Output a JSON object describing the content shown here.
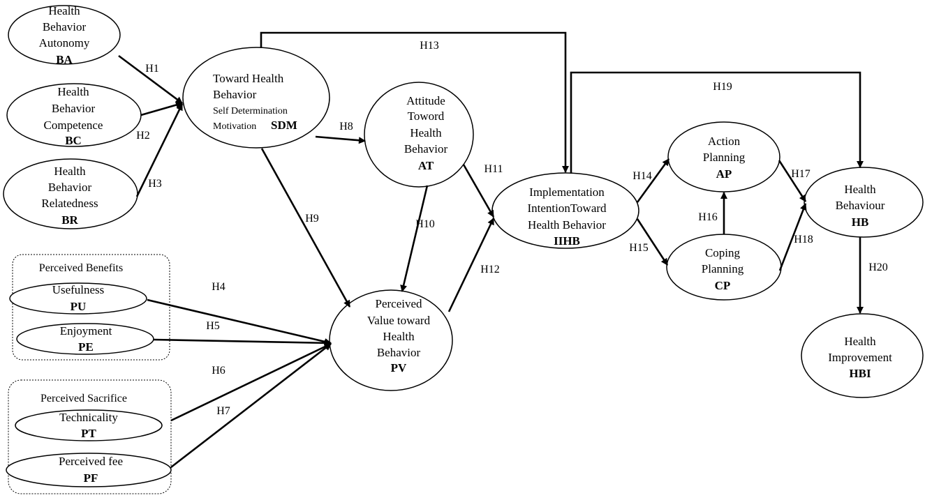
{
  "nodes": {
    "BA": {
      "lines": [
        "Health",
        "Behavior",
        "Autonomy"
      ],
      "abbr": "BA"
    },
    "BC": {
      "lines": [
        "Health",
        "Behavior",
        "Competence"
      ],
      "abbr": "BC"
    },
    "BR": {
      "lines": [
        "Health",
        "Behavior",
        "Relatedness"
      ],
      "abbr": "BR"
    },
    "SDM": {
      "lines": [
        "Toward Health",
        "Behavior",
        "Self Determination",
        "Motivation"
      ],
      "abbr": "SDM"
    },
    "AT": {
      "lines": [
        "Attitude",
        "Toword",
        "Health",
        "Behavior"
      ],
      "abbr": "AT"
    },
    "PV": {
      "lines": [
        "Perceived",
        "Value toward",
        "Health",
        "Behavior"
      ],
      "abbr": "PV"
    },
    "IIHB": {
      "lines": [
        "Implementation",
        "IntentionToward",
        "Health Behavior"
      ],
      "abbr": "IIHB"
    },
    "AP": {
      "lines": [
        "Action",
        "Planning"
      ],
      "abbr": "AP"
    },
    "CP": {
      "lines": [
        "Coping",
        "Planning"
      ],
      "abbr": "CP"
    },
    "HB": {
      "lines": [
        "Health",
        "Behaviour"
      ],
      "abbr": "HB"
    },
    "HBI": {
      "lines": [
        "Health",
        "Improvement"
      ],
      "abbr": "HBI"
    },
    "PU": {
      "lines": [
        "Usefulness"
      ],
      "abbr": "PU"
    },
    "PE": {
      "lines": [
        "Enjoyment"
      ],
      "abbr": "PE"
    },
    "PT": {
      "lines": [
        "Technicality"
      ],
      "abbr": "PT"
    },
    "PF": {
      "lines": [
        "Perceived fee"
      ],
      "abbr": "PF"
    }
  },
  "groups": {
    "benefits": {
      "title": "Perceived Benefits"
    },
    "sacrifice": {
      "title": "Perceived Sacrifice"
    }
  },
  "hypotheses": [
    "H1",
    "H2",
    "H3",
    "H4",
    "H5",
    "H6",
    "H7",
    "H8",
    "H9",
    "H10",
    "H11",
    "H12",
    "H13",
    "H14",
    "H15",
    "H16",
    "H17",
    "H18",
    "H19",
    "H20"
  ]
}
